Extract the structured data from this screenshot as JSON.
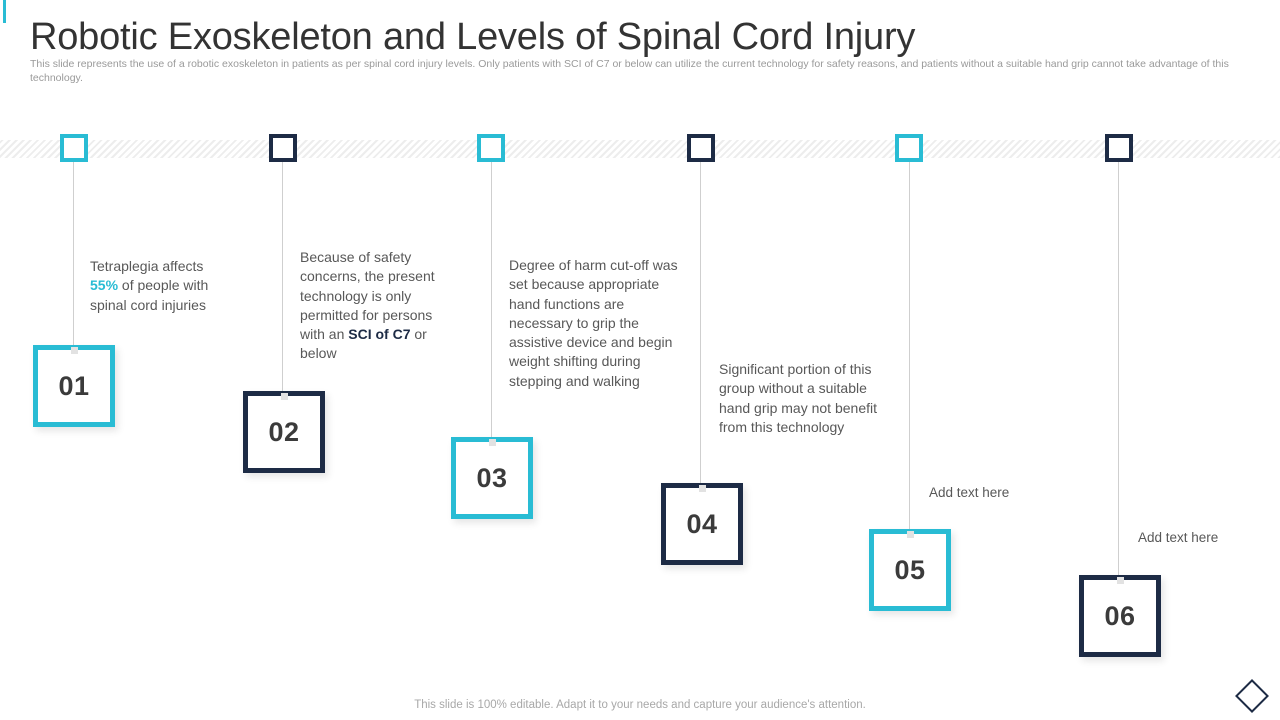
{
  "header": {
    "title": "Robotic Exoskeleton and Levels of Spinal Cord Injury",
    "subtitle": "This slide represents the use of a robotic exoskeleton in patients as per spinal cord injury levels. Only patients with SCI of C7 or below can utilize the current technology for safety reasons, and patients without a suitable hand grip cannot take advantage of this technology.",
    "accent_color": "#29bcd4"
  },
  "theme": {
    "teal": "#29bcd4",
    "navy": "#1d2b45",
    "body_text": "#585858",
    "muted": "#9a9a9a"
  },
  "steps": [
    {
      "number": "01",
      "color": "teal",
      "text_prefix": "Tetraplegia affects ",
      "highlight": "55%",
      "highlight_style": "teal",
      "text_suffix": " of people with spinal cord injuries"
    },
    {
      "number": "02",
      "color": "navy",
      "text_prefix": "Because of safety concerns, the present technology is only permitted for persons with an ",
      "highlight": "SCI of C7",
      "highlight_style": "navy",
      "text_suffix": " or below"
    },
    {
      "number": "03",
      "color": "teal",
      "text_prefix": "Degree of harm cut-off was set because appropriate hand functions are necessary to grip the assistive device and begin weight shifting during stepping and walking",
      "highlight": "",
      "highlight_style": "none",
      "text_suffix": ""
    },
    {
      "number": "04",
      "color": "navy",
      "text_prefix": "Significant portion of this group without a suitable hand grip may not benefit from this technology",
      "highlight": "",
      "highlight_style": "none",
      "text_suffix": ""
    },
    {
      "number": "05",
      "color": "teal",
      "text_prefix": "Add text here",
      "highlight": "",
      "highlight_style": "none",
      "text_suffix": ""
    },
    {
      "number": "06",
      "color": "navy",
      "text_prefix": "Add text here",
      "highlight": "",
      "highlight_style": "none",
      "text_suffix": ""
    }
  ],
  "footer": {
    "note": "This slide is 100% editable. Adapt it to your needs and capture your audience's attention."
  }
}
